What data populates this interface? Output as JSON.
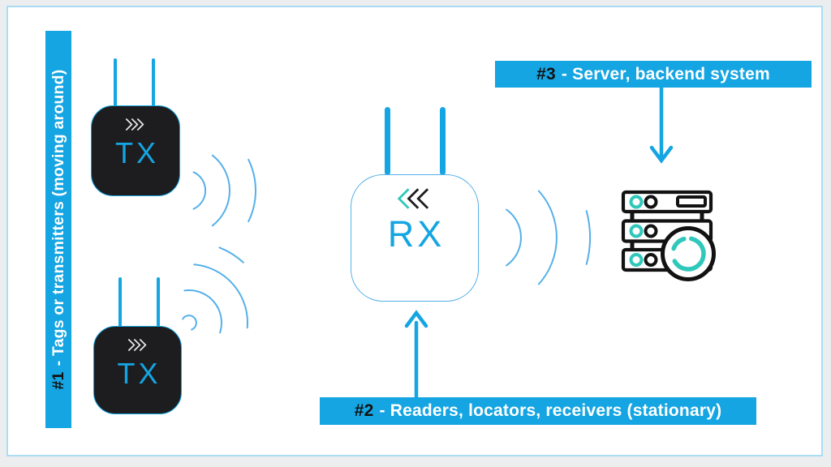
{
  "colors": {
    "cyan": "#14a5e2",
    "teal": "#2fc8ba",
    "dark": "#1d1d20",
    "wave": "#55b0ea",
    "chev_light": "#e9e9ec",
    "server_ink": "#121212",
    "frame_border": "#abdcf4",
    "page_bg": "#ecedef"
  },
  "labels": {
    "tags": {
      "number": "#1",
      "text": "- Tags or transmitters (moving around)"
    },
    "readers": {
      "number": "#2",
      "text": "- Readers, locators, receivers (stationary)"
    },
    "server": {
      "number": "#3",
      "text": "- Server, backend system"
    }
  },
  "devices": {
    "tx1": {
      "label": "TX"
    },
    "tx2": {
      "label": "TX"
    },
    "rx": {
      "label": "RX"
    }
  },
  "icons": {
    "tx_chevrons": "chevrons-right",
    "rx_chevrons": "chevrons-left",
    "waves": "radio-signal-arcs",
    "server": "server-rack-with-spinner",
    "arrow_down": "arrow-down",
    "arrow_up": "arrow-up"
  }
}
